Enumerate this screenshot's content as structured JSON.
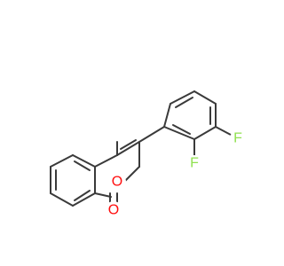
{
  "molecule": {
    "atoms": {
      "ring_oxygen": {
        "label": "O",
        "color": "#ff0d0d"
      },
      "carbonyl_oxygen": {
        "label": "O",
        "color": "#ff0d0d"
      },
      "fluorine_ortho": {
        "label": "F",
        "color": "#90e050"
      },
      "fluorine_meta": {
        "label": "F",
        "color": "#90e050"
      }
    },
    "bond_color": "#3a3a3a"
  }
}
